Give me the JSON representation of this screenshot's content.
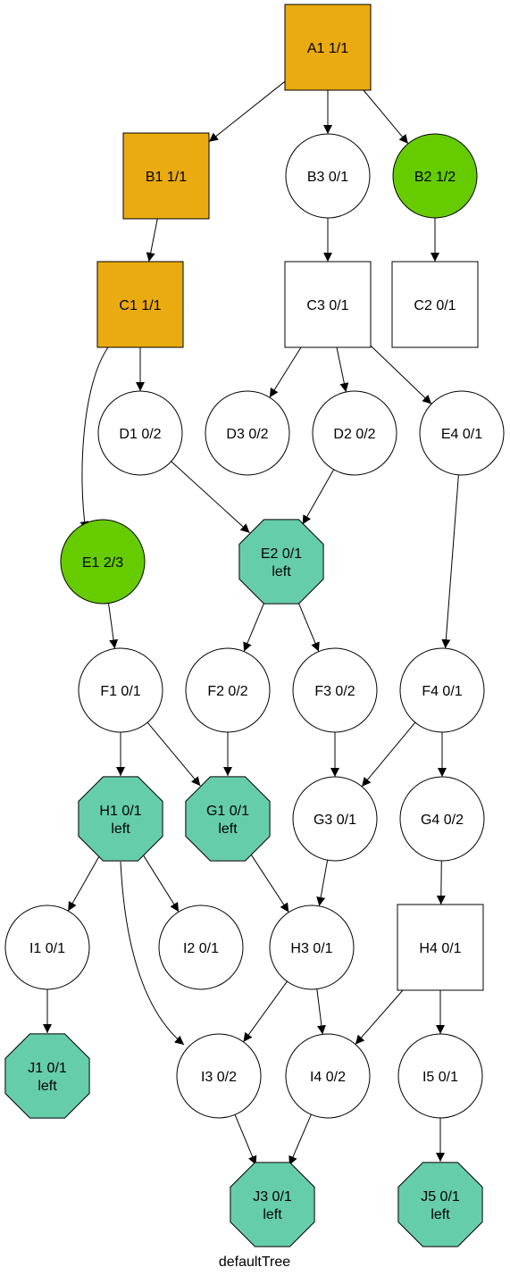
{
  "graph": {
    "caption": "defaultTree",
    "colors": {
      "orange": "#eaab10",
      "green": "#66cc00",
      "teal": "#66cdaa",
      "white": "#ffffff",
      "stroke": "#000000"
    },
    "nodes": [
      {
        "id": "A1",
        "label": "A1 1/1",
        "shape": "box",
        "fill": "orange"
      },
      {
        "id": "B1",
        "label": "B1 1/1",
        "shape": "box",
        "fill": "orange"
      },
      {
        "id": "B3",
        "label": "B3 0/1",
        "shape": "circle",
        "fill": "white"
      },
      {
        "id": "B2",
        "label": "B2 1/2",
        "shape": "circle",
        "fill": "green"
      },
      {
        "id": "C1",
        "label": "C1 1/1",
        "shape": "box",
        "fill": "orange"
      },
      {
        "id": "C3",
        "label": "C3 0/1",
        "shape": "box",
        "fill": "white"
      },
      {
        "id": "C2",
        "label": "C2 0/1",
        "shape": "box",
        "fill": "white"
      },
      {
        "id": "D1",
        "label": "D1 0/2",
        "shape": "circle",
        "fill": "white"
      },
      {
        "id": "D3",
        "label": "D3 0/2",
        "shape": "circle",
        "fill": "white"
      },
      {
        "id": "D2",
        "label": "D2 0/2",
        "shape": "circle",
        "fill": "white"
      },
      {
        "id": "E4",
        "label": "E4 0/1",
        "shape": "circle",
        "fill": "white"
      },
      {
        "id": "E1",
        "label": "E1 2/3",
        "shape": "circle",
        "fill": "green"
      },
      {
        "id": "E2",
        "label": "E2 0/1",
        "sublabel": "left",
        "shape": "octagon",
        "fill": "teal"
      },
      {
        "id": "F1",
        "label": "F1 0/1",
        "shape": "circle",
        "fill": "white"
      },
      {
        "id": "F2",
        "label": "F2 0/2",
        "shape": "circle",
        "fill": "white"
      },
      {
        "id": "F3",
        "label": "F3 0/2",
        "shape": "circle",
        "fill": "white"
      },
      {
        "id": "F4",
        "label": "F4 0/1",
        "shape": "circle",
        "fill": "white"
      },
      {
        "id": "H1",
        "label": "H1 0/1",
        "sublabel": "left",
        "shape": "octagon",
        "fill": "teal"
      },
      {
        "id": "G1",
        "label": "G1 0/1",
        "sublabel": "left",
        "shape": "octagon",
        "fill": "teal"
      },
      {
        "id": "G3",
        "label": "G3 0/1",
        "shape": "circle",
        "fill": "white"
      },
      {
        "id": "G4",
        "label": "G4 0/2",
        "shape": "circle",
        "fill": "white"
      },
      {
        "id": "I1",
        "label": "I1 0/1",
        "shape": "circle",
        "fill": "white"
      },
      {
        "id": "I2",
        "label": "I2 0/1",
        "shape": "circle",
        "fill": "white"
      },
      {
        "id": "H3",
        "label": "H3 0/1",
        "shape": "circle",
        "fill": "white"
      },
      {
        "id": "H4",
        "label": "H4 0/1",
        "shape": "box",
        "fill": "white"
      },
      {
        "id": "J1",
        "label": "J1 0/1",
        "sublabel": "left",
        "shape": "octagon",
        "fill": "teal"
      },
      {
        "id": "I3",
        "label": "I3 0/2",
        "shape": "circle",
        "fill": "white"
      },
      {
        "id": "I4",
        "label": "I4 0/2",
        "shape": "circle",
        "fill": "white"
      },
      {
        "id": "I5",
        "label": "I5 0/1",
        "shape": "circle",
        "fill": "white"
      },
      {
        "id": "J3",
        "label": "J3 0/1",
        "sublabel": "left",
        "shape": "octagon",
        "fill": "teal"
      },
      {
        "id": "J5",
        "label": "J5 0/1",
        "sublabel": "left",
        "shape": "octagon",
        "fill": "teal"
      }
    ],
    "edges": [
      {
        "from": "A1",
        "to": "B1"
      },
      {
        "from": "A1",
        "to": "B3"
      },
      {
        "from": "A1",
        "to": "B2"
      },
      {
        "from": "B1",
        "to": "C1"
      },
      {
        "from": "B3",
        "to": "C3"
      },
      {
        "from": "B2",
        "to": "C2"
      },
      {
        "from": "C1",
        "to": "D1"
      },
      {
        "from": "C1",
        "to": "E1"
      },
      {
        "from": "C3",
        "to": "D3"
      },
      {
        "from": "C3",
        "to": "D2"
      },
      {
        "from": "C3",
        "to": "E4"
      },
      {
        "from": "D1",
        "to": "E2"
      },
      {
        "from": "D2",
        "to": "E2"
      },
      {
        "from": "E4",
        "to": "F4"
      },
      {
        "from": "E1",
        "to": "F1"
      },
      {
        "from": "E2",
        "to": "F2"
      },
      {
        "from": "E2",
        "to": "F3"
      },
      {
        "from": "F1",
        "to": "H1"
      },
      {
        "from": "F1",
        "to": "G1"
      },
      {
        "from": "F2",
        "to": "G1"
      },
      {
        "from": "F3",
        "to": "G3"
      },
      {
        "from": "F4",
        "to": "G3"
      },
      {
        "from": "F4",
        "to": "G4"
      },
      {
        "from": "G4",
        "to": "H4"
      },
      {
        "from": "H1",
        "to": "I1"
      },
      {
        "from": "H1",
        "to": "I2"
      },
      {
        "from": "H1",
        "to": "I3"
      },
      {
        "from": "G1",
        "to": "H3"
      },
      {
        "from": "G3",
        "to": "H3"
      },
      {
        "from": "I1",
        "to": "J1"
      },
      {
        "from": "H3",
        "to": "I3"
      },
      {
        "from": "H3",
        "to": "I4"
      },
      {
        "from": "H4",
        "to": "I4"
      },
      {
        "from": "H4",
        "to": "I5"
      },
      {
        "from": "I3",
        "to": "J3"
      },
      {
        "from": "I4",
        "to": "J3"
      },
      {
        "from": "I5",
        "to": "J5"
      }
    ]
  }
}
